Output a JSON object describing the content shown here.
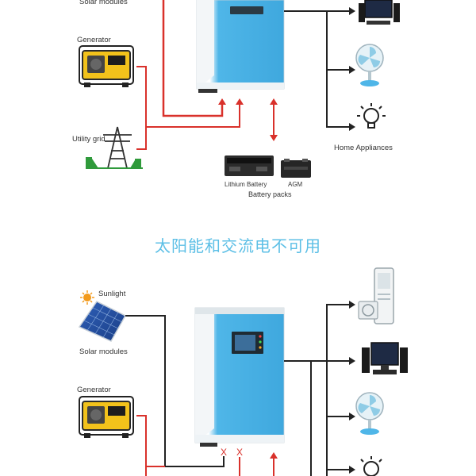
{
  "top": {
    "solar_label": "Solar modules",
    "generator_label": "Generator",
    "utility_label": "Utility grid",
    "appliances_label": "Home Appliances",
    "battery_lithium_label": "Lithium Battery",
    "battery_agm_label": "AGM",
    "battery_packs_label": "Battery packs"
  },
  "bottom": {
    "title": "太阳能和交流电不可用",
    "sunlight_label": "Sunlight",
    "solar_label": "Solar modules",
    "generator_label": "Generator",
    "cross_mark": "X"
  },
  "colors": {
    "ac_line": "#d9312b",
    "dc_line": "#222222",
    "inverter_blue": "#4fb6e8",
    "title_blue": "#5cbfe6"
  }
}
